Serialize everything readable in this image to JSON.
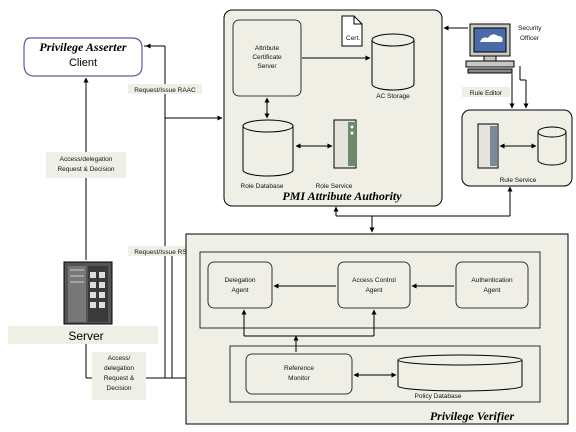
{
  "client": {
    "title": "Privilege Asserter",
    "subtitle": "Client"
  },
  "server": {
    "label": "Server"
  },
  "edges": {
    "request_issue_raac": "Request/Issue RAAC",
    "request_issue_rsac": "Request/Issue RSAC",
    "access_delegation_1": "Access/delegation",
    "access_delegation_2": "Request & Decision",
    "access_lower_1": "Access/",
    "access_lower_2": "delegation",
    "access_lower_3": "Request &",
    "access_lower_4": "Decision",
    "rule_editor": "Rule Editor"
  },
  "pmi": {
    "title": "PMI Attribute Authority",
    "acs_1": "Attribute",
    "acs_2": "Certificate",
    "acs_3": "Server",
    "cert": "Cert.",
    "ac_storage": "AC Storage",
    "role_database": "Role Database",
    "role_service": "Role Service"
  },
  "officer": {
    "line1": "Security",
    "line2": "Officer"
  },
  "rule_service": {
    "label": "Rule Service"
  },
  "verifier": {
    "title": "Privilege Verifier",
    "delegation_1": "Delegation",
    "delegation_2": "Agent",
    "acl_1": "Access Control",
    "acl_2": "Agent",
    "auth_1": "Authentication",
    "auth_2": "Agent",
    "ref_1": "Reference",
    "ref_2": "Monitor",
    "policy_db": "Policy Database"
  }
}
